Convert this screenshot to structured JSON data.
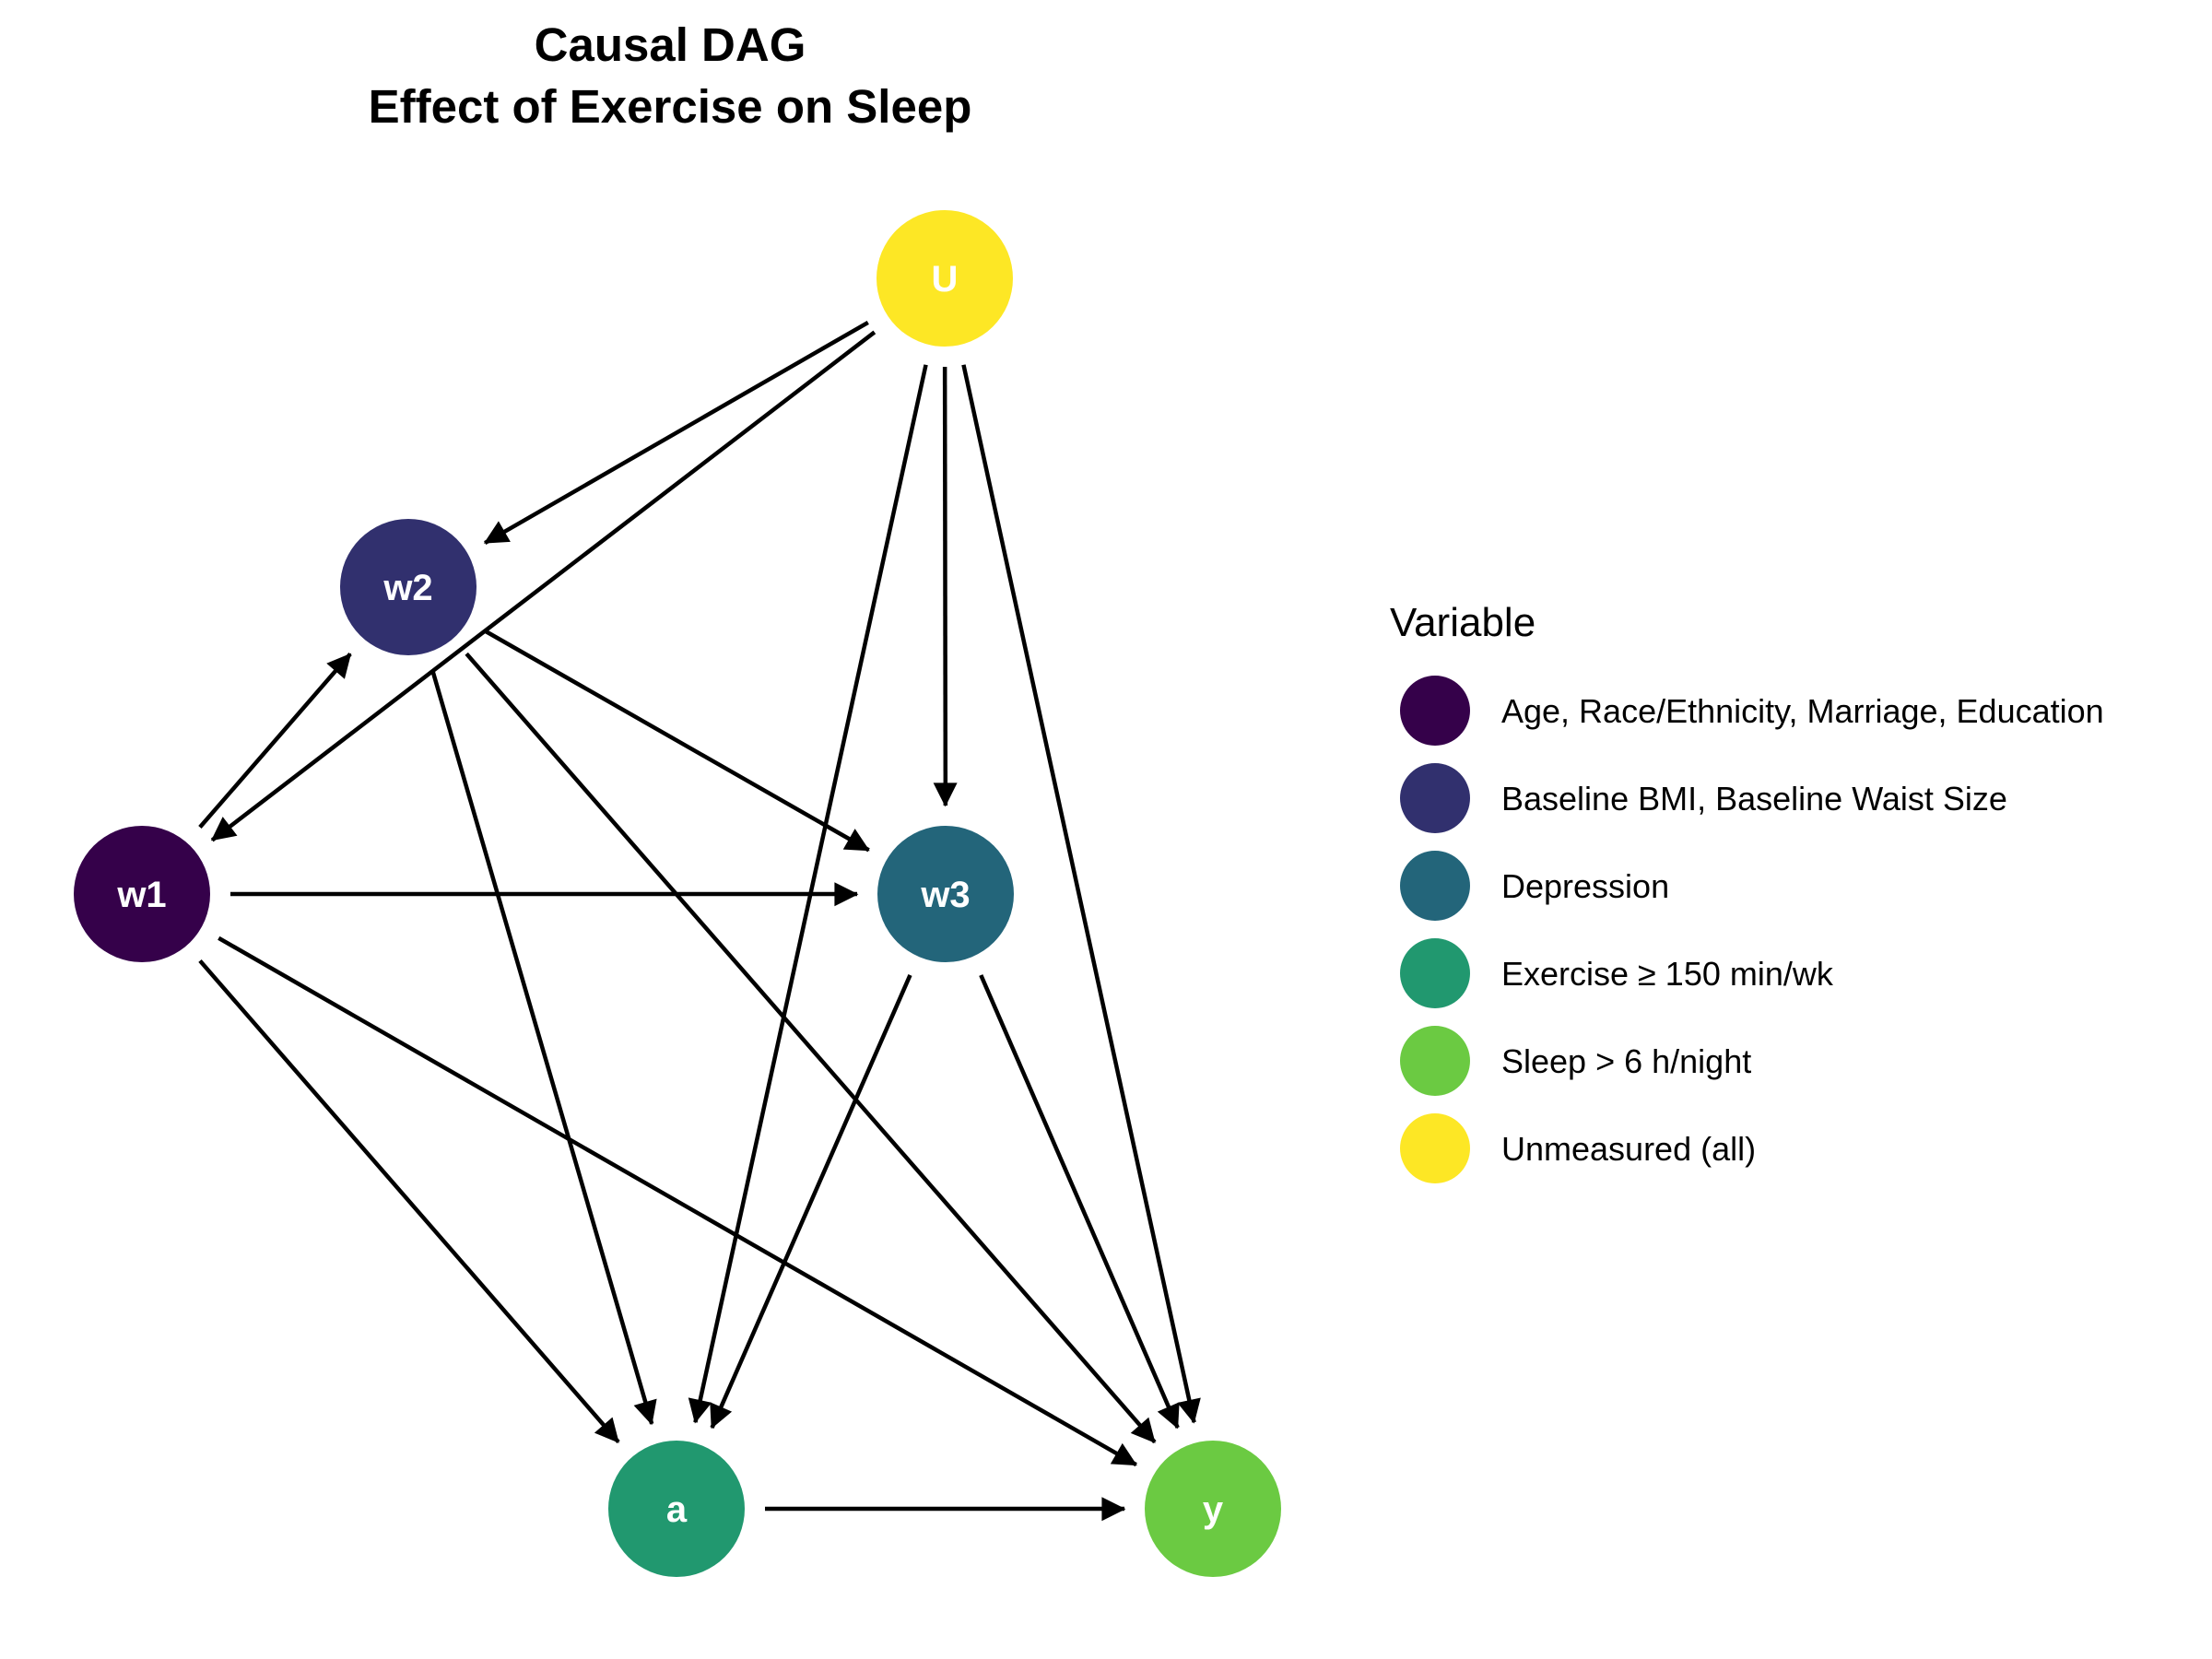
{
  "title": {
    "line1": "Causal DAG",
    "line2": "Effect of Exercise on Sleep"
  },
  "nodes": [
    {
      "id": "U",
      "label": "U",
      "color": "#FDE725"
    },
    {
      "id": "w2",
      "label": "w2",
      "color": "#31306E"
    },
    {
      "id": "w1",
      "label": "w1",
      "color": "#35014A"
    },
    {
      "id": "w3",
      "label": "w3",
      "color": "#23657A"
    },
    {
      "id": "a",
      "label": "a",
      "color": "#21986F"
    },
    {
      "id": "y",
      "label": "y",
      "color": "#6BCA42"
    }
  ],
  "edges": [
    {
      "from": "U",
      "to": "w2"
    },
    {
      "from": "U",
      "to": "w1"
    },
    {
      "from": "U",
      "to": "a"
    },
    {
      "from": "U",
      "to": "w3"
    },
    {
      "from": "U",
      "to": "y"
    },
    {
      "from": "w1",
      "to": "w2"
    },
    {
      "from": "w1",
      "to": "w3"
    },
    {
      "from": "w1",
      "to": "a"
    },
    {
      "from": "w1",
      "to": "y"
    },
    {
      "from": "w2",
      "to": "a"
    },
    {
      "from": "w2",
      "to": "w3"
    },
    {
      "from": "w2",
      "to": "y"
    },
    {
      "from": "w3",
      "to": "a"
    },
    {
      "from": "w3",
      "to": "y"
    },
    {
      "from": "a",
      "to": "y"
    }
  ],
  "legend": {
    "title": "Variable",
    "items": [
      {
        "label": "Age, Race/Ethnicity, Marriage, Education",
        "color": "#35014A"
      },
      {
        "label": "Baseline BMI, Baseline Waist Size",
        "color": "#31306E"
      },
      {
        "label": "Depression",
        "color": "#23657A"
      },
      {
        "label": "Exercise ≥ 150 min/wk",
        "color": "#21986F"
      },
      {
        "label": "Sleep > 6 h/night",
        "color": "#6BCA42"
      },
      {
        "label": "Unmeasured (all)",
        "color": "#FDE725"
      }
    ]
  }
}
